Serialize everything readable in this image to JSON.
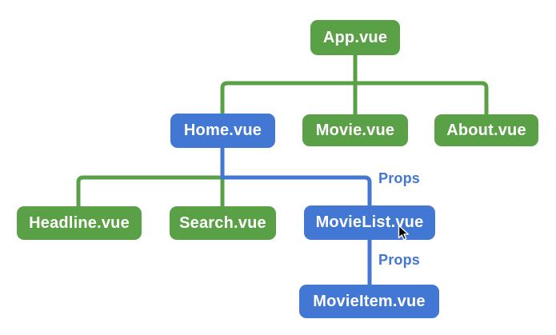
{
  "diagram": {
    "type": "component-tree",
    "background": "#ffffff",
    "colors": {
      "green": "#5aa046",
      "blue": "#4277d4",
      "node_text": "#ffffff",
      "annotation_text": "#4277d4"
    },
    "nodes": [
      {
        "id": "app",
        "label": "App.vue",
        "color": "green",
        "parent": null
      },
      {
        "id": "home",
        "label": "Home.vue",
        "color": "blue",
        "parent": "app"
      },
      {
        "id": "movie",
        "label": "Movie.vue",
        "color": "green",
        "parent": "app"
      },
      {
        "id": "about",
        "label": "About.vue",
        "color": "green",
        "parent": "app"
      },
      {
        "id": "headline",
        "label": "Headline.vue",
        "color": "green",
        "parent": "home"
      },
      {
        "id": "search",
        "label": "Search.vue",
        "color": "green",
        "parent": "home"
      },
      {
        "id": "movielist",
        "label": "MovieList.vue",
        "color": "blue",
        "parent": "home"
      },
      {
        "id": "movieitem",
        "label": "MovieItem.vue",
        "color": "blue",
        "parent": "movielist"
      }
    ],
    "annotations": [
      {
        "text": "Props",
        "attached_to": "movielist"
      },
      {
        "text": "Props",
        "attached_to": "movieitem"
      }
    ]
  },
  "cursor": {
    "type": "arrow-pointer",
    "near": "movielist"
  }
}
